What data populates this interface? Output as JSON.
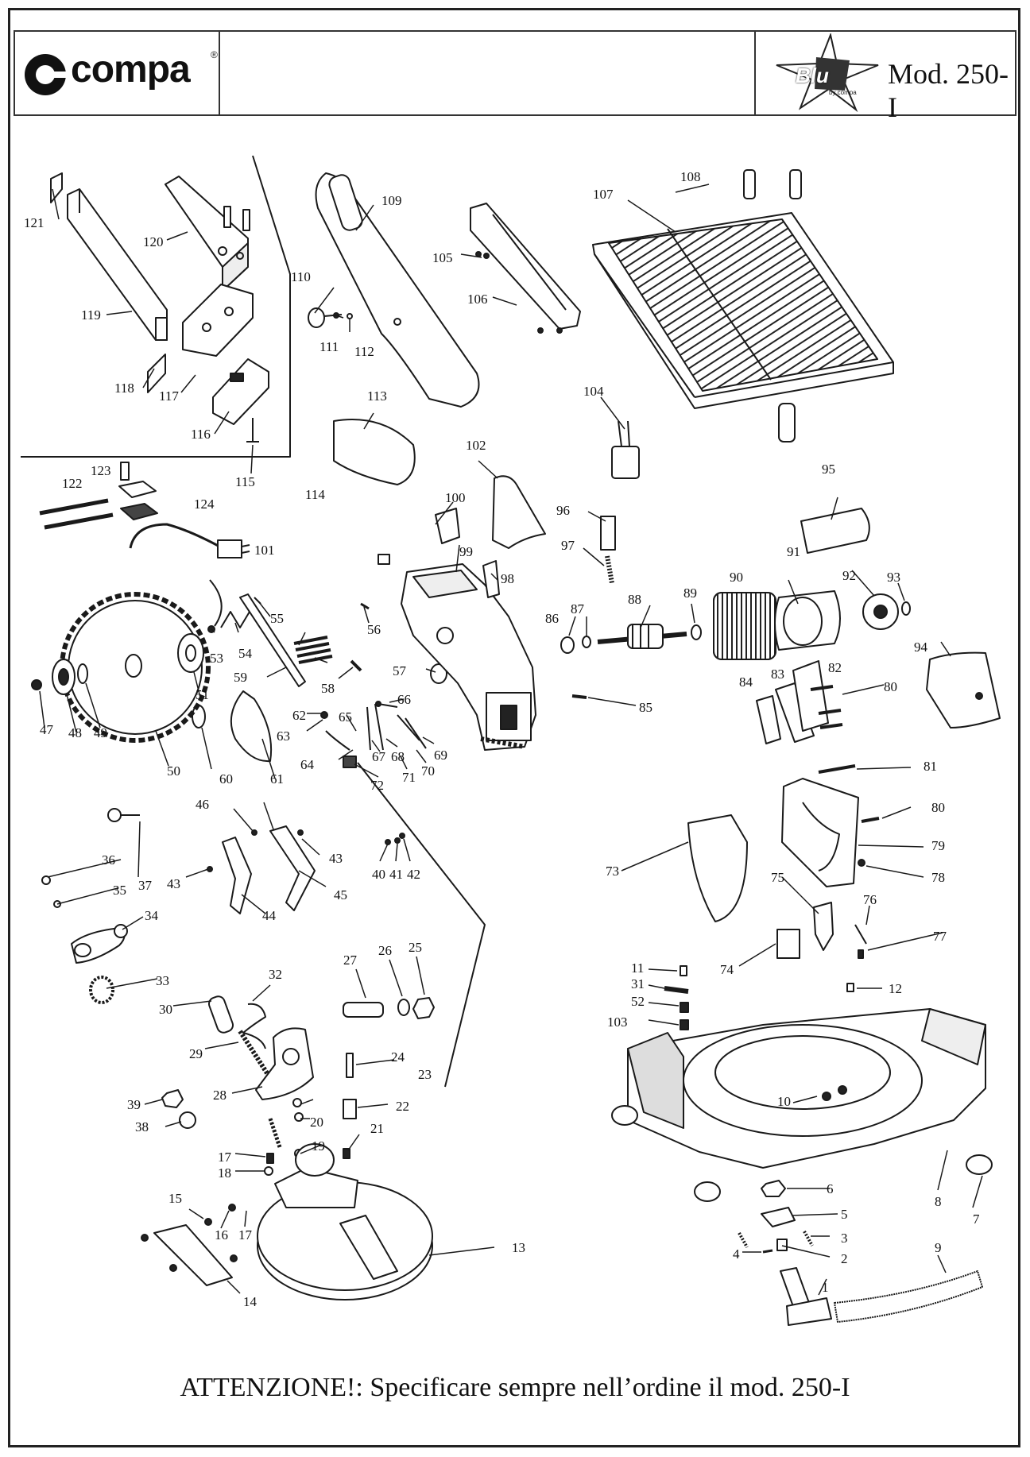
{
  "header": {
    "brand": "compa",
    "brand_registered": "®",
    "sub_brand": "Blu",
    "sub_brand_by": "by compa",
    "model": "Mod. 250-I"
  },
  "footer": {
    "warning": "ATTENZIONE!: Specificare sempre nell’ordine il mod. 250-I"
  },
  "part_numbers": [
    "1",
    "2",
    "3",
    "4",
    "5",
    "6",
    "7",
    "8",
    "9",
    "10",
    "11",
    "12",
    "13",
    "14",
    "15",
    "16",
    "17",
    "18",
    "19",
    "20",
    "21",
    "22",
    "23",
    "24",
    "25",
    "26",
    "27",
    "28",
    "29",
    "30",
    "31",
    "32",
    "33",
    "34",
    "35",
    "36",
    "37",
    "38",
    "39",
    "40",
    "41",
    "42",
    "43",
    "44",
    "45",
    "46",
    "47",
    "48",
    "49",
    "50",
    "51",
    "52",
    "53",
    "54",
    "55",
    "56",
    "57",
    "58",
    "59",
    "60",
    "61",
    "62",
    "63",
    "64",
    "65",
    "66",
    "67",
    "68",
    "69",
    "70",
    "71",
    "72",
    "73",
    "74",
    "75",
    "76",
    "77",
    "78",
    "79",
    "80",
    "81",
    "82",
    "83",
    "84",
    "85",
    "86",
    "87",
    "88",
    "89",
    "90",
    "91",
    "92",
    "93",
    "94",
    "95",
    "96",
    "97",
    "98",
    "99",
    "100",
    "101",
    "102",
    "103",
    "104",
    "105",
    "106",
    "107",
    "108",
    "109",
    "110",
    "111",
    "112",
    "113",
    "114",
    "115",
    "116",
    "117",
    "118",
    "119",
    "120",
    "121",
    "122",
    "123",
    "124"
  ]
}
